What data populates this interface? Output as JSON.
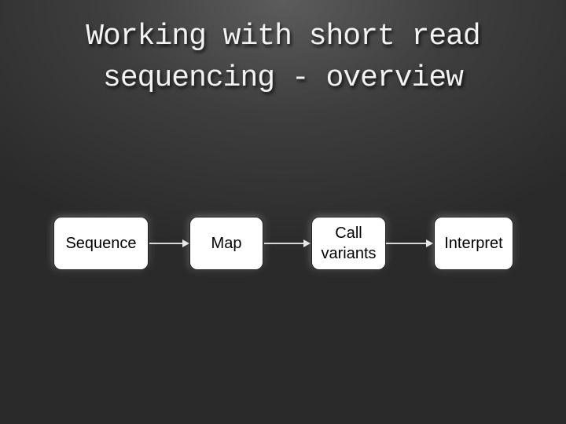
{
  "slide": {
    "title_lines": [
      "Working with short read",
      "sequencing - overview"
    ],
    "flow": {
      "nodes": [
        {
          "label": "Sequence"
        },
        {
          "label": "Map"
        },
        {
          "label": "Call\nvariants"
        },
        {
          "label": "Interpret"
        }
      ],
      "edges": [
        {
          "from": "Sequence",
          "to": "Map"
        },
        {
          "from": "Map",
          "to": "Call variants"
        },
        {
          "from": "Call variants",
          "to": "Interpret"
        }
      ]
    }
  }
}
